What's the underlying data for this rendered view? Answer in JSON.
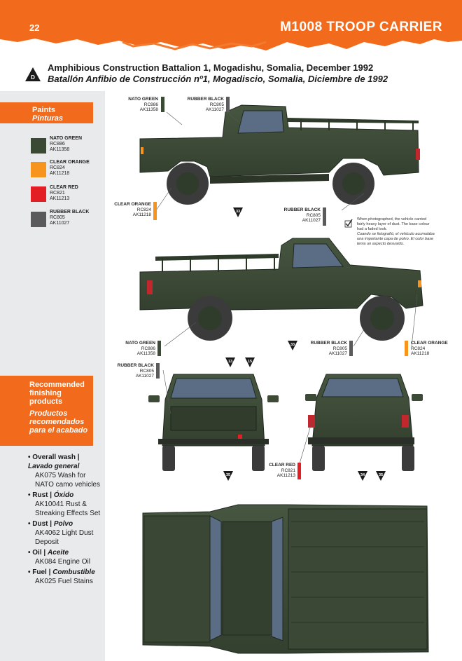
{
  "header": {
    "page_number": "22",
    "title": "M1008 TROOP CARRIER"
  },
  "subtitle": {
    "badge": "D",
    "line_en": "Amphibious Construction Battalion 1, Mogadishu, Somalia, December 1992",
    "line_es": "Batallón Anfibio de Construcción nº1, Mogadiscio, Somalia, Diciembre de 1992"
  },
  "paints": {
    "title": "Paints",
    "title_es": "Pinturas",
    "items": [
      {
        "name": "NATO GREEN",
        "rc": "RC886",
        "ak": "AK11358",
        "color": "#3a4a35"
      },
      {
        "name": "CLEAR ORANGE",
        "rc": "RC824",
        "ak": "AK11218",
        "color": "#f7941d"
      },
      {
        "name": "CLEAR RED",
        "rc": "RC821",
        "ak": "AK11213",
        "color": "#e31e25"
      },
      {
        "name": "RUBBER BLACK",
        "rc": "RC805",
        "ak": "AK11027",
        "color": "#5a5a5c"
      }
    ]
  },
  "finishing": {
    "title": "Recommended finishing products",
    "title_es": "Productos recomendados para el acabado",
    "items": [
      {
        "head": "Overall wash |",
        "head_es": "Lavado general",
        "product": "AK075 Wash for NATO camo vehicles"
      },
      {
        "head": "Rust |",
        "head_es": "Óxido",
        "product": "AK10041 Rust & Streaking Effects Set"
      },
      {
        "head": "Dust |",
        "head_es": "Polvo",
        "product": "AK4062 Light Dust Deposit"
      },
      {
        "head": "Oil |",
        "head_es": "Aceite",
        "product": "AK084 Engine Oil"
      },
      {
        "head": "Fuel |",
        "head_es": "Combustible",
        "product": "AK025 Fuel Stains"
      }
    ]
  },
  "note": {
    "en": "When photographed, the vehicle carried fairly heavy layer of dust. The base colour had a faded look.",
    "es": "Cuando se fotografió, el vehículo acumulaba una importante capa de polvo. El color base tenía un aspecto desvaído."
  },
  "markers": [
    "33",
    "33",
    "13",
    "15",
    "35",
    "34",
    "35"
  ],
  "colors": {
    "orange": "#f26a1b",
    "olive": "#3d4a36",
    "sidebar": "#e9eaec"
  }
}
